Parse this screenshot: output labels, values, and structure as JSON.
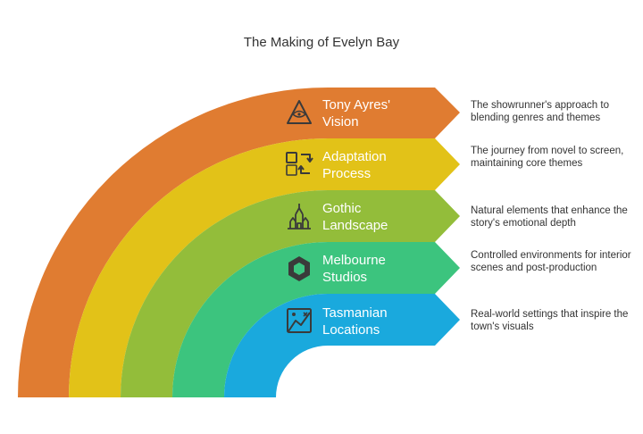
{
  "title": "The Making of Evelyn Bay",
  "layers": [
    {
      "label_line1": "Tony Ayres'",
      "label_line2": "Vision",
      "description": "The showrunner's approach to blending genres and themes",
      "color": "#E07C31",
      "icon": "eye-pyramid-icon"
    },
    {
      "label_line1": "Adaptation",
      "label_line2": "Process",
      "description": "The journey from novel to screen, maintaining core themes",
      "color": "#E2C218",
      "icon": "adaptation-arrows-icon"
    },
    {
      "label_line1": "Gothic",
      "label_line2": "Landscape",
      "description": "Natural elements that enhance the story's emotional depth",
      "color": "#93BD3A",
      "icon": "gothic-castle-icon"
    },
    {
      "label_line1": "Melbourne",
      "label_line2": "Studios",
      "description": "Controlled environments for interior scenes and post-production",
      "color": "#3CC47E",
      "icon": "studio-cube-icon"
    },
    {
      "label_line1": "Tasmanian",
      "label_line2": "Locations",
      "description": "Real-world settings that inspire the town's visuals",
      "color": "#1AA9DD",
      "icon": "map-location-icon"
    }
  ]
}
